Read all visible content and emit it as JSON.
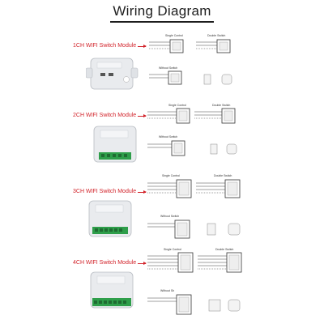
{
  "title": "Wiring Diagram",
  "sections": [
    {
      "module_label": "1CH WIFI Switch Module",
      "labels": {
        "single": "Single Control",
        "double": "Double Switch",
        "without": "Without Switch"
      }
    },
    {
      "module_label": "2CH WIFI Switch Module",
      "labels": {
        "single": "Single Control",
        "double": "Double Switch",
        "without": "Without Switch"
      }
    },
    {
      "module_label": "3CH WIFI Switch Module",
      "labels": {
        "single": "Single Control",
        "double": "Double Switch",
        "without": "Without Switch"
      }
    },
    {
      "module_label": "4CH WIFI Switch Module",
      "labels": {
        "single": "Single Control",
        "double": "Double Switch",
        "without": "Without Sh"
      }
    }
  ],
  "colors": {
    "accent": "#d2232a",
    "module_body": "#e9ebee",
    "terminal": "#2e9e4a"
  }
}
